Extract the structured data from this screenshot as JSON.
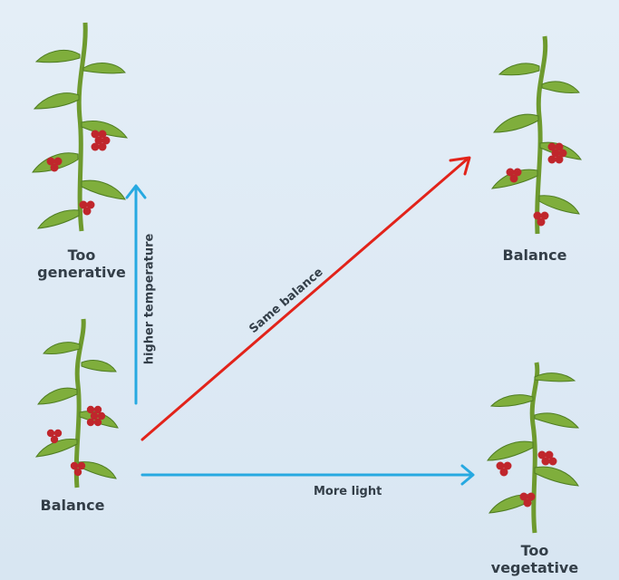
{
  "plants": [
    {
      "id": "too-generative",
      "label_line1": "Too",
      "label_line2": "generative"
    },
    {
      "id": "balance-top",
      "label": "Balance"
    },
    {
      "id": "balance-start",
      "label": "Balance"
    },
    {
      "id": "too-vegetative",
      "label_line1": "Too",
      "label_line2": "vegetative"
    }
  ],
  "arrows": [
    {
      "id": "up",
      "label": "higher temperature",
      "color": "#27a9e1"
    },
    {
      "id": "diag",
      "label": "Same balance",
      "color": "#e2231a"
    },
    {
      "id": "right",
      "label": "More light",
      "color": "#27a9e1"
    }
  ],
  "colors": {
    "background": "#dde9f4",
    "stem": "#6e9a2e",
    "leaf": "#7fae3c",
    "leaf_dark": "#4f7d22",
    "tomato": "#c0262c",
    "text": "#333e48"
  }
}
